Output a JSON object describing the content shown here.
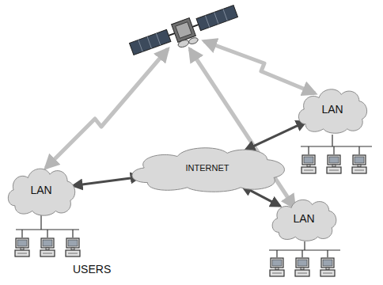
{
  "diagram": {
    "nodes": [
      {
        "text": [
          "LAN"
        ]
      },
      {
        "text": [
          "INTERNET"
        ]
      },
      {
        "text": [
          "LAN"
        ]
      },
      {
        "text": [
          "LAN"
        ]
      }
    ],
    "edges": [
      {
        "from": 0,
        "to": 1,
        "arrow": "both"
      },
      {
        "from": 2,
        "to": 1,
        "arrow": "both"
      },
      {
        "from": 3,
        "to": 1,
        "arrow": "both"
      }
    ],
    "labels": [
      "USERS"
    ]
  }
}
